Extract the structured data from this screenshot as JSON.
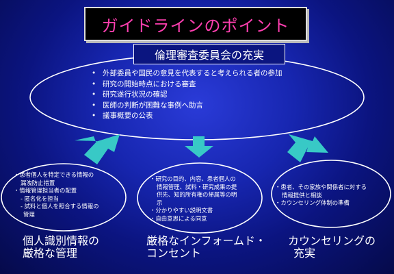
{
  "slide": {
    "title": "ガイドラインのポイント",
    "banner": "倫理審査委員会の充実",
    "center_items": [
      "外部委員や国民の意見を代表すると考えられる者の参加",
      "研究の開始時点における審査",
      "研究遂行状況の確認",
      "医師の判断が困難な事例へ助言",
      "議事概要の公表"
    ],
    "bullet": "•",
    "dot": "・",
    "left_box": {
      "item1_line1": "患者個人を特定できる情報の",
      "item1_line2": "漏洩防止措置",
      "item2": "情報管理担当者の配置",
      "sub1": "- 匿名化を担当",
      "sub2_line1": "- 試料と個人を照合する情報の",
      "sub2_line2": "管理"
    },
    "middle_box": {
      "item1_line1": "研究の目的、内容、患者個人の",
      "item1_line2": "情報管理、試料・研究成果の提",
      "item1_line3": "供先、知的所有権の帰属等の明",
      "item1_line4": "示",
      "item2": "分かりやすい説明文書",
      "item3": "自由意思による同意"
    },
    "right_box": {
      "item1_line1": "患者、その家族や関係者に対する",
      "item1_line2": "情報提供と相談",
      "item2": "カウンセリング体制の準備"
    },
    "captions": {
      "left_line1": "個人識別情報の",
      "left_line2": "厳格な管理",
      "middle_line1": "厳格なインフォームド・",
      "middle_line2": "コンセント",
      "right_line1": "カウンセリングの",
      "right_line2": "充実"
    },
    "colors": {
      "title_text": "#ff3fb0",
      "arrow_fill": "#38c9c6",
      "outline": "#ffffff"
    }
  }
}
